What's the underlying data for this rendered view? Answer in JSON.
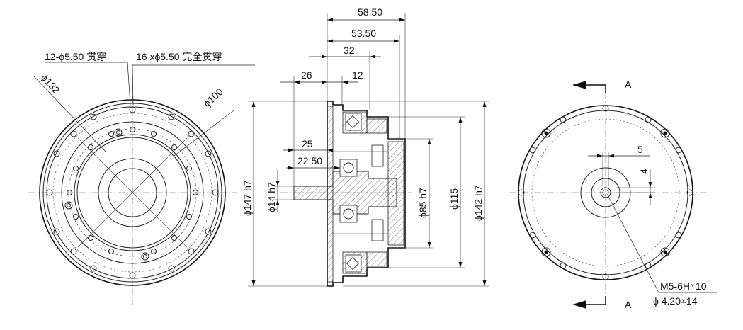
{
  "front_view": {
    "hole_note_1": "12-ϕ5.50 贯穿",
    "hole_note_2": "16 xϕ5.50 完全贯穿",
    "dia_outer": "ϕ132",
    "dia_inner": "ϕ100"
  },
  "section_view": {
    "dim_5850": "58.50",
    "dim_5350": "53.50",
    "dim_32": "32",
    "dim_26": "26",
    "dim_12": "12",
    "dim_25": "25",
    "dim_2250": "22.50",
    "dia_147": "ϕ147 h7",
    "dia_14": "ϕ14 h7",
    "dia_85": "ϕ85 h7",
    "dia_115": "ϕ115",
    "dia_142": "ϕ142 h7"
  },
  "rear_view": {
    "section_label_top": "A",
    "section_label_bottom": "A",
    "dim_5": "5",
    "dim_4": "4",
    "thread_note_1": "M5-6H⩡10",
    "thread_note_2": "ϕ 4.20⩡14"
  }
}
